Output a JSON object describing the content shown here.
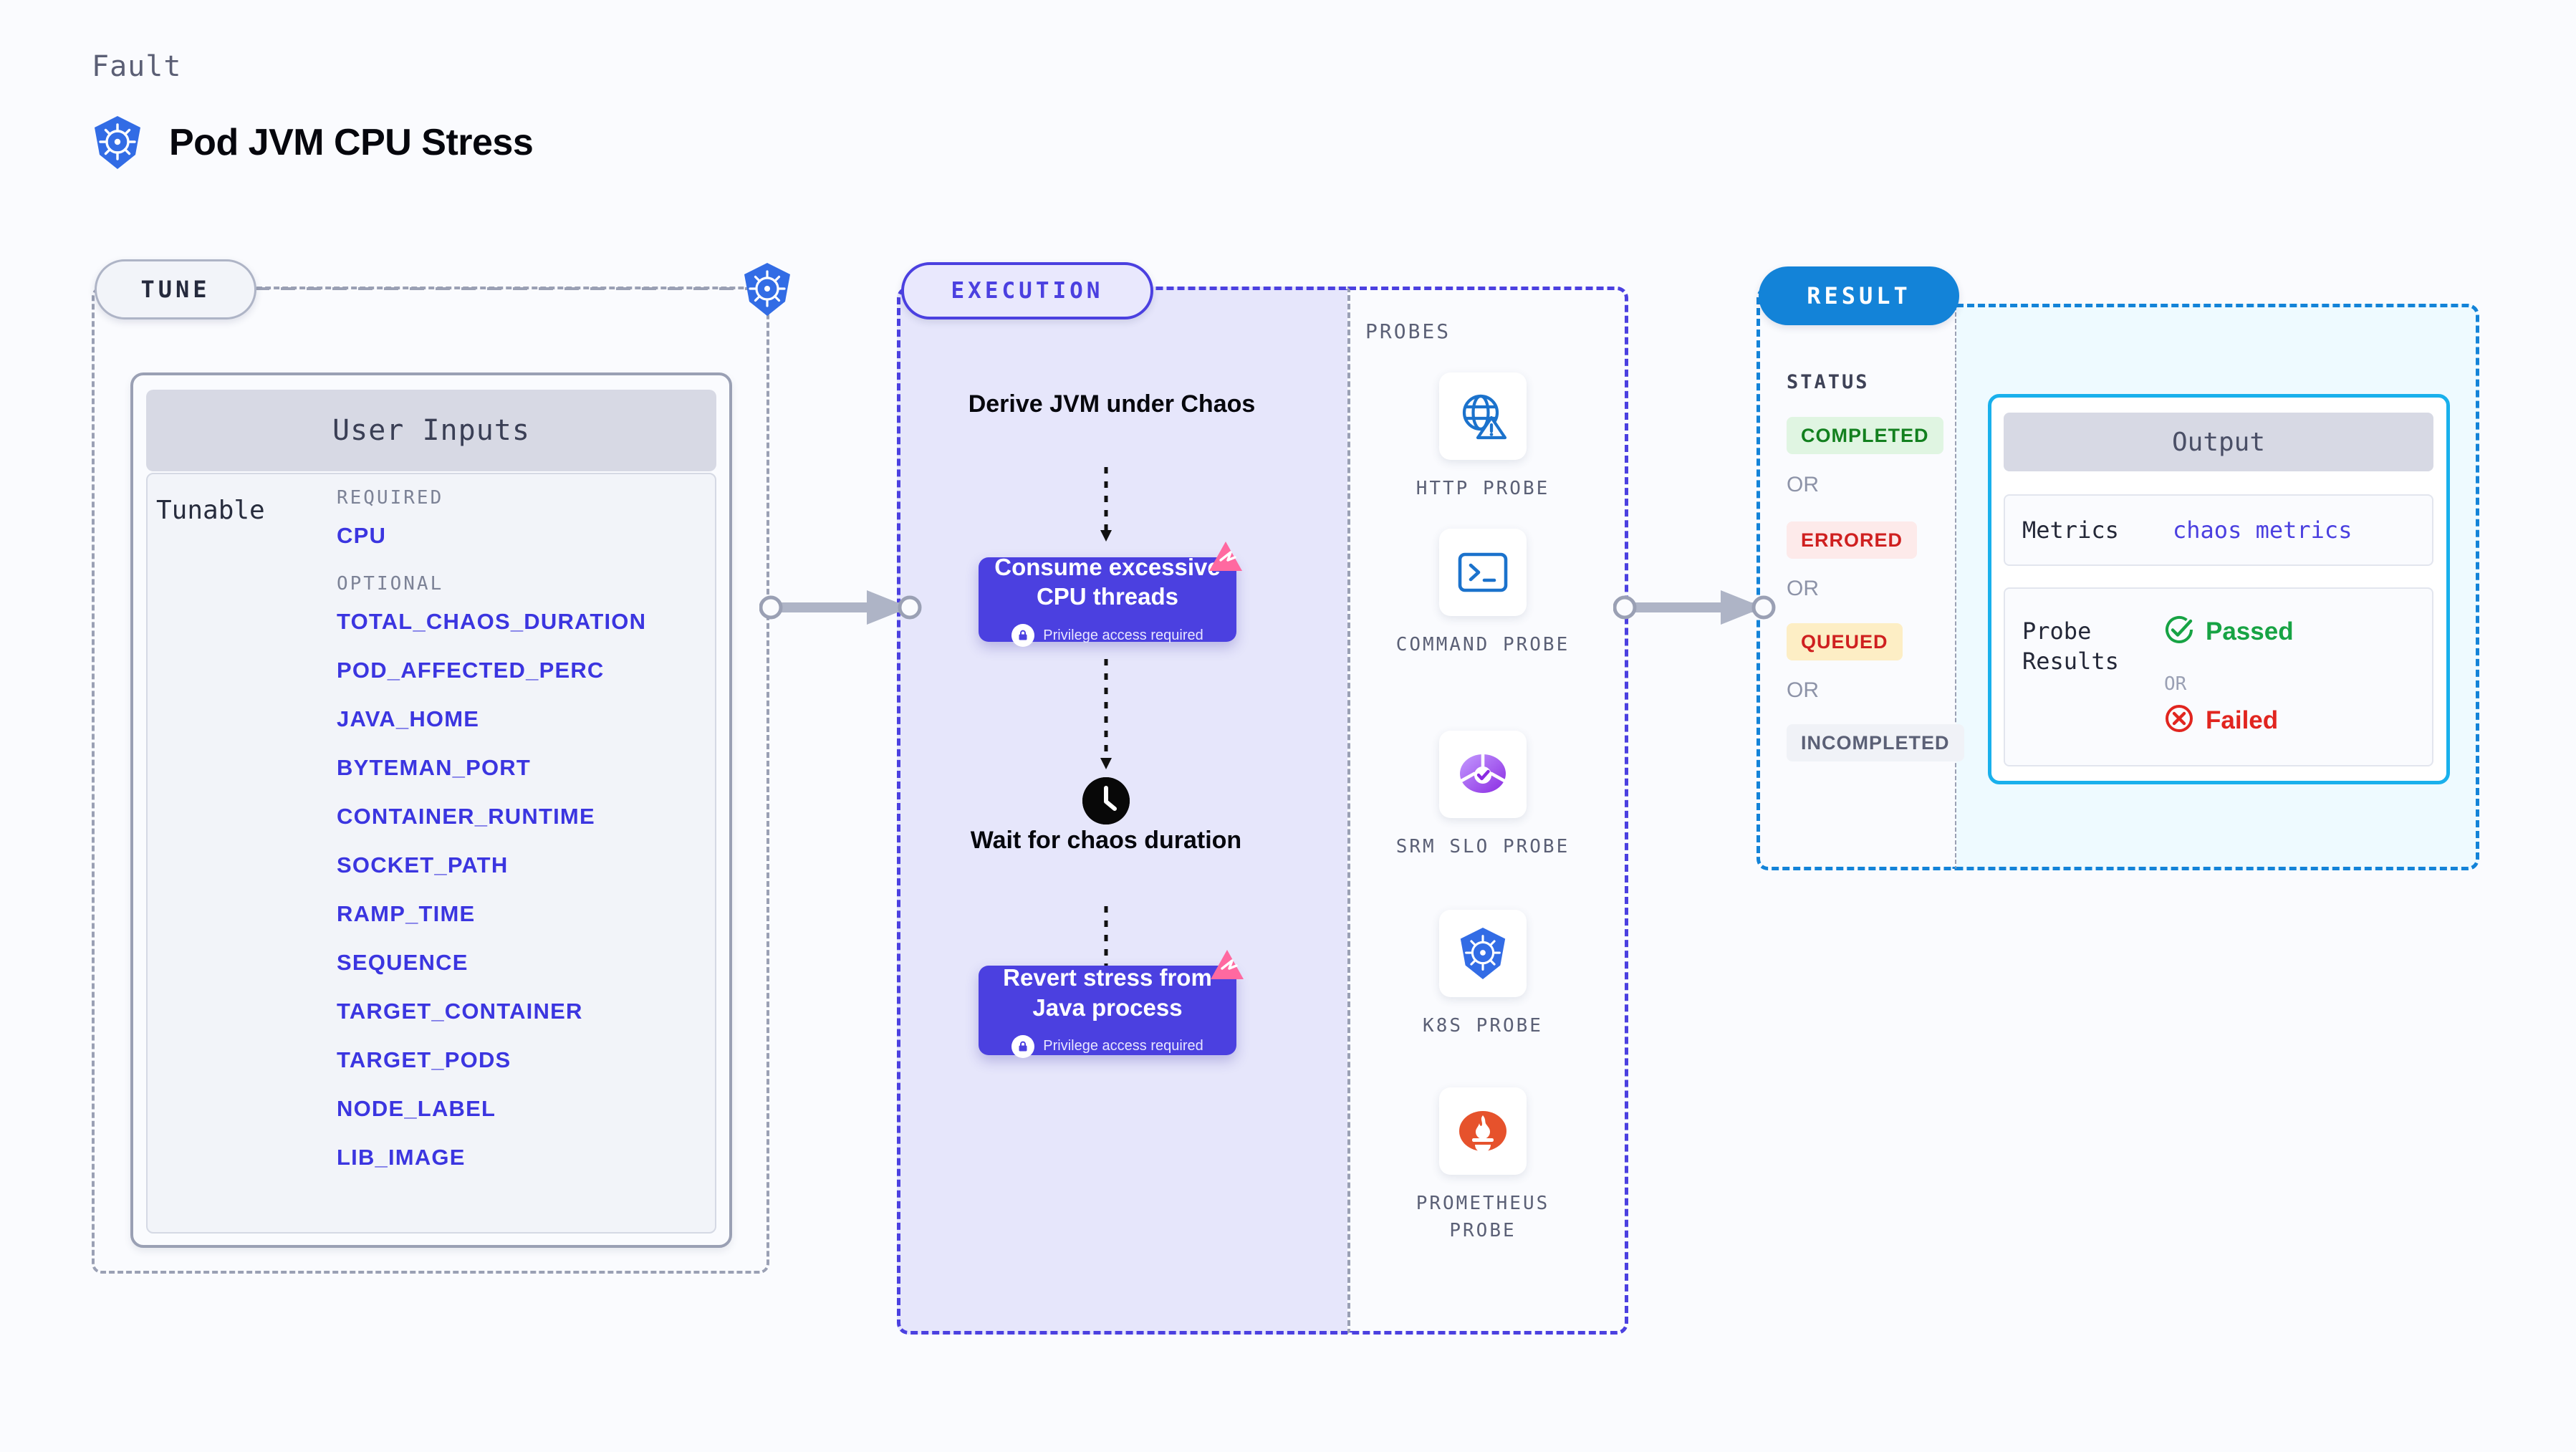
{
  "header": {
    "kicker": "Fault",
    "title": "Pod JVM CPU Stress",
    "icon": "kubernetes-icon"
  },
  "tune": {
    "pill_label": "TUNE",
    "inputs_header": "User Inputs",
    "tunable_label": "Tunable",
    "required_label": "REQUIRED",
    "optional_label": "OPTIONAL",
    "required": [
      "CPU"
    ],
    "optional": [
      "TOTAL_CHAOS_DURATION",
      "POD_AFFECTED_PERC",
      "JAVA_HOME",
      "BYTEMAN_PORT",
      "CONTAINER_RUNTIME",
      "SOCKET_PATH",
      "RAMP_TIME",
      "SEQUENCE",
      "TARGET_CONTAINER",
      "TARGET_PODS",
      "NODE_LABEL",
      "LIB_IMAGE"
    ]
  },
  "execution": {
    "pill_label": "EXECUTION",
    "step1_text": "Derive JVM under Chaos",
    "step2_title": "Consume excessive CPU threads",
    "step2_privilege": "Privilege access required",
    "step3_text": "Wait for chaos duration",
    "step4_title": "Revert stress from Java process",
    "step4_privilege": "Privilege access required"
  },
  "probes": {
    "title": "PROBES",
    "items": [
      {
        "label": "HTTP PROBE",
        "icon": "globe-warning-icon"
      },
      {
        "label": "COMMAND PROBE",
        "icon": "terminal-icon"
      },
      {
        "label": "SRM SLO PROBE",
        "icon": "srm-slo-icon"
      },
      {
        "label": "K8S PROBE",
        "icon": "kubernetes-icon"
      },
      {
        "label": "PROMETHEUS PROBE",
        "icon": "prometheus-icon"
      }
    ]
  },
  "result": {
    "pill_label": "RESULT",
    "status_title": "STATUS",
    "or_label": "OR",
    "statuses": [
      {
        "label": "COMPLETED",
        "color": "#13801f",
        "bg": "#e0f5e2"
      },
      {
        "label": "ERRORED",
        "color": "#cf2020",
        "bg": "#fdeaea"
      },
      {
        "label": "QUEUED",
        "color": "#cf2020",
        "bg": "#fdeec5"
      },
      {
        "label": "INCOMPLETED",
        "color": "#5b6076",
        "bg": "#f0f2f7"
      }
    ],
    "output": {
      "header": "Output",
      "metrics_key": "Metrics",
      "metrics_value": "chaos metrics",
      "probe_results_key": "Probe Results",
      "passed_label": "Passed",
      "failed_label": "Failed",
      "or_label": "OR"
    }
  },
  "colors": {
    "accent_purple": "#4b40e0",
    "accent_blue": "#1383d8",
    "k8s_blue": "#326ce5",
    "chaos_pink": "#ff69a0",
    "passed_green": "#17a344",
    "failed_red": "#e1251f"
  }
}
